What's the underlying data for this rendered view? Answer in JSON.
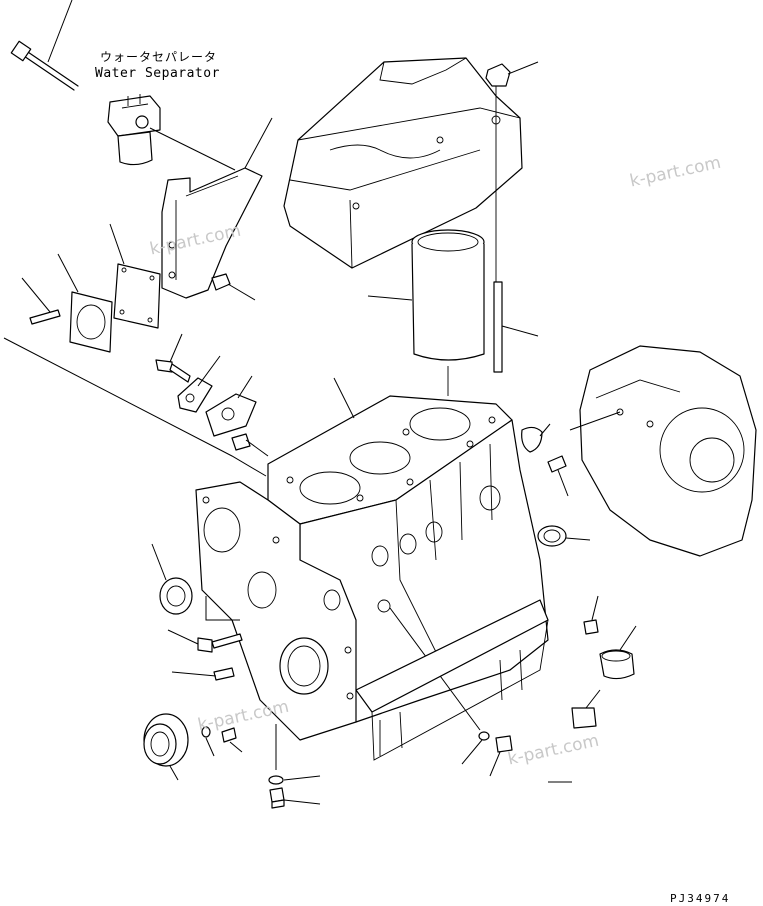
{
  "labels": {
    "water_separator_jp": "ウォータセパレータ",
    "water_separator_en": "Water Separator"
  },
  "watermarks": [
    "k-part.com",
    "k-part.com",
    "k-part.com",
    "k-part.com"
  ],
  "drawing_code": "PJ34974"
}
